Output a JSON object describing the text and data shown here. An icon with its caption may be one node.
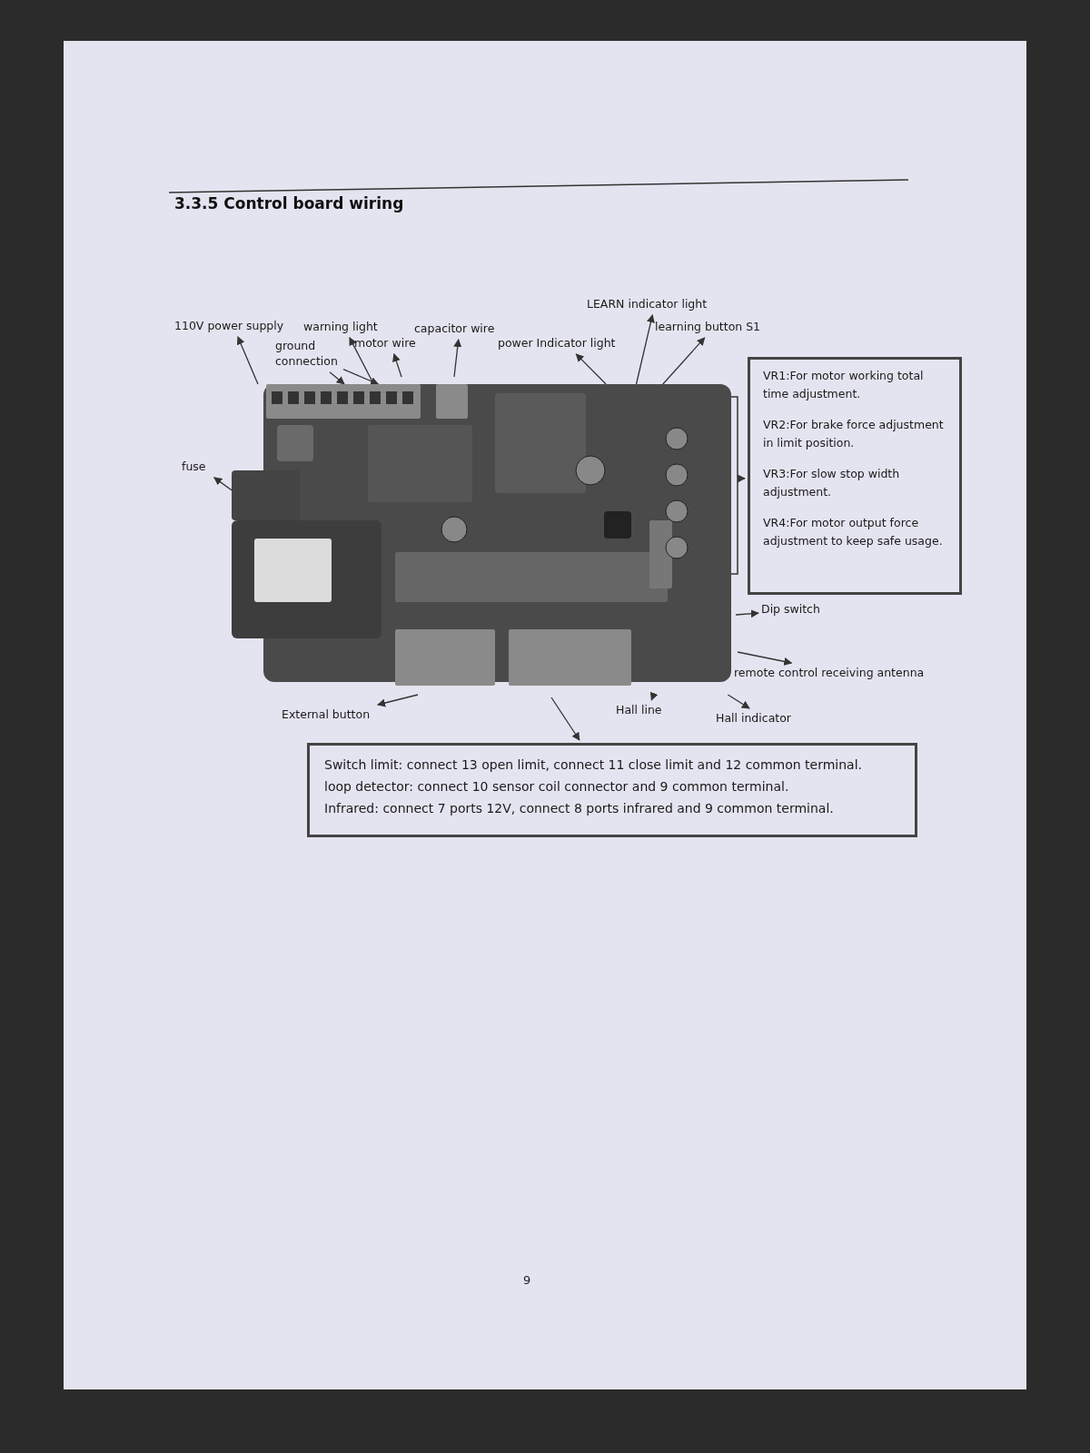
{
  "diagram": {
    "title": "3.3.5 Control board wiring",
    "nodes": [
      {
        "text": [],
        "shape": "picture"
      },
      {
        "text": [
          "110V power supply"
        ]
      },
      {
        "text": [
          "ground connection"
        ]
      },
      {
        "text": [
          "warning light"
        ]
      },
      {
        "text": [
          "motor wire"
        ]
      },
      {
        "text": [
          "capacitor wire"
        ]
      },
      {
        "text": [
          "power Indicator light"
        ]
      },
      {
        "text": [
          "LEARN indicator light"
        ]
      },
      {
        "text": [
          "learning button S1"
        ]
      },
      {
        "text": [
          "VR1:For motor working total time adjustment.",
          "VR2:For brake force adjustment in limit position.",
          "VR3:For slow stop width adjustment.",
          "VR4:For motor output force adjustment to keep safe usage."
        ]
      },
      {
        "text": [
          "fuse"
        ]
      },
      {
        "text": [
          "Dip switch"
        ]
      },
      {
        "text": [
          "remote control receiving antenna"
        ]
      },
      {
        "text": [
          "External button"
        ]
      },
      {
        "text": [
          "Hall line"
        ]
      },
      {
        "text": [
          "Hall indicator"
        ]
      },
      {
        "text": [
          "Switch limit: connect 13 open limit, connect 11 close limit and 12 common terminal.",
          "loop detector: connect 10 sensor coil connector and 9 common terminal.",
          "Infrared: connect 7 ports 12V, connect 8 ports infrared and 9 common terminal."
        ]
      }
    ],
    "edges": [
      {
        "from": 0,
        "to": 1,
        "arrow": "to"
      },
      {
        "from": 2,
        "to": 0,
        "arrow": "to"
      },
      {
        "from": 2,
        "to": 0,
        "arrow": "to"
      },
      {
        "from": 0,
        "to": 3,
        "arrow": "to"
      },
      {
        "from": 0,
        "to": 4,
        "arrow": "to"
      },
      {
        "from": 0,
        "to": 5,
        "arrow": "to"
      },
      {
        "from": 0,
        "to": 6,
        "arrow": "to"
      },
      {
        "from": 0,
        "to": 7,
        "arrow": "to"
      },
      {
        "from": 0,
        "to": 8,
        "arrow": "to"
      },
      {
        "from": 0,
        "to": 9,
        "arrow": "to"
      },
      {
        "from": 0,
        "to": 10,
        "arrow": "to"
      },
      {
        "from": 0,
        "to": 11,
        "arrow": "to"
      },
      {
        "from": 0,
        "to": 12,
        "arrow": "to"
      },
      {
        "from": 0,
        "to": 13,
        "arrow": "to"
      },
      {
        "from": 0,
        "to": 14,
        "arrow": "to"
      },
      {
        "from": 0,
        "to": 15,
        "arrow": "to"
      },
      {
        "from": 0,
        "to": 16,
        "arrow": "to"
      }
    ],
    "labels": [
      "9"
    ]
  }
}
